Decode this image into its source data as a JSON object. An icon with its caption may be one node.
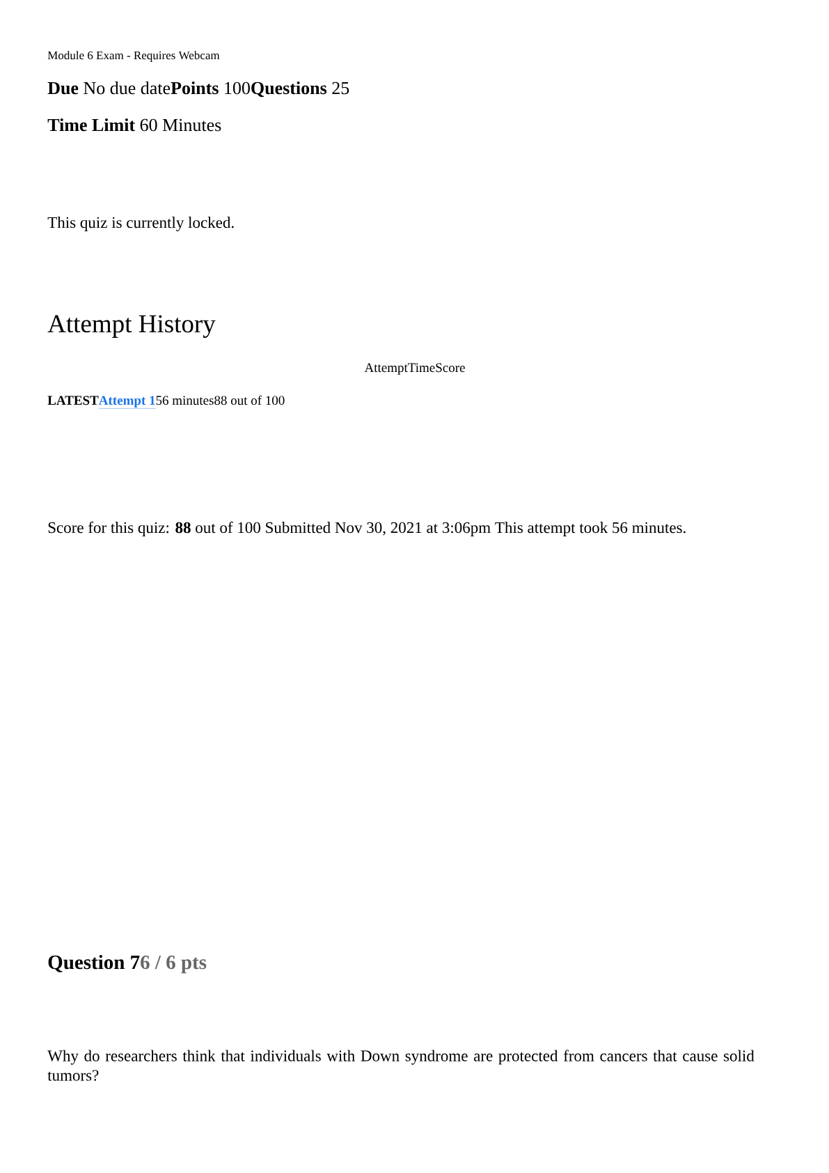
{
  "diagram": {
    "labels": [
      "Module 6 Exam - Requires Webcam",
      "**Due** No due date**Points** 100**Questions** 25",
      "**Time Limit** 60 Minutes",
      "This quiz is currently locked.",
      "Attempt History",
      "AttemptTimeScore",
      "LATEST",
      "Attempt 1",
      "56 minutes88 out of 100",
      "Score for this quiz: **88** out of 100 Submitted Nov 30, 2021 at 3:06pm This attempt took 56 minutes.",
      "Question 7",
      "6 / 6 pts",
      "Why do researchers think that individuals with Down syndrome are protected from cancers that cause solid tumors?"
    ]
  }
}
